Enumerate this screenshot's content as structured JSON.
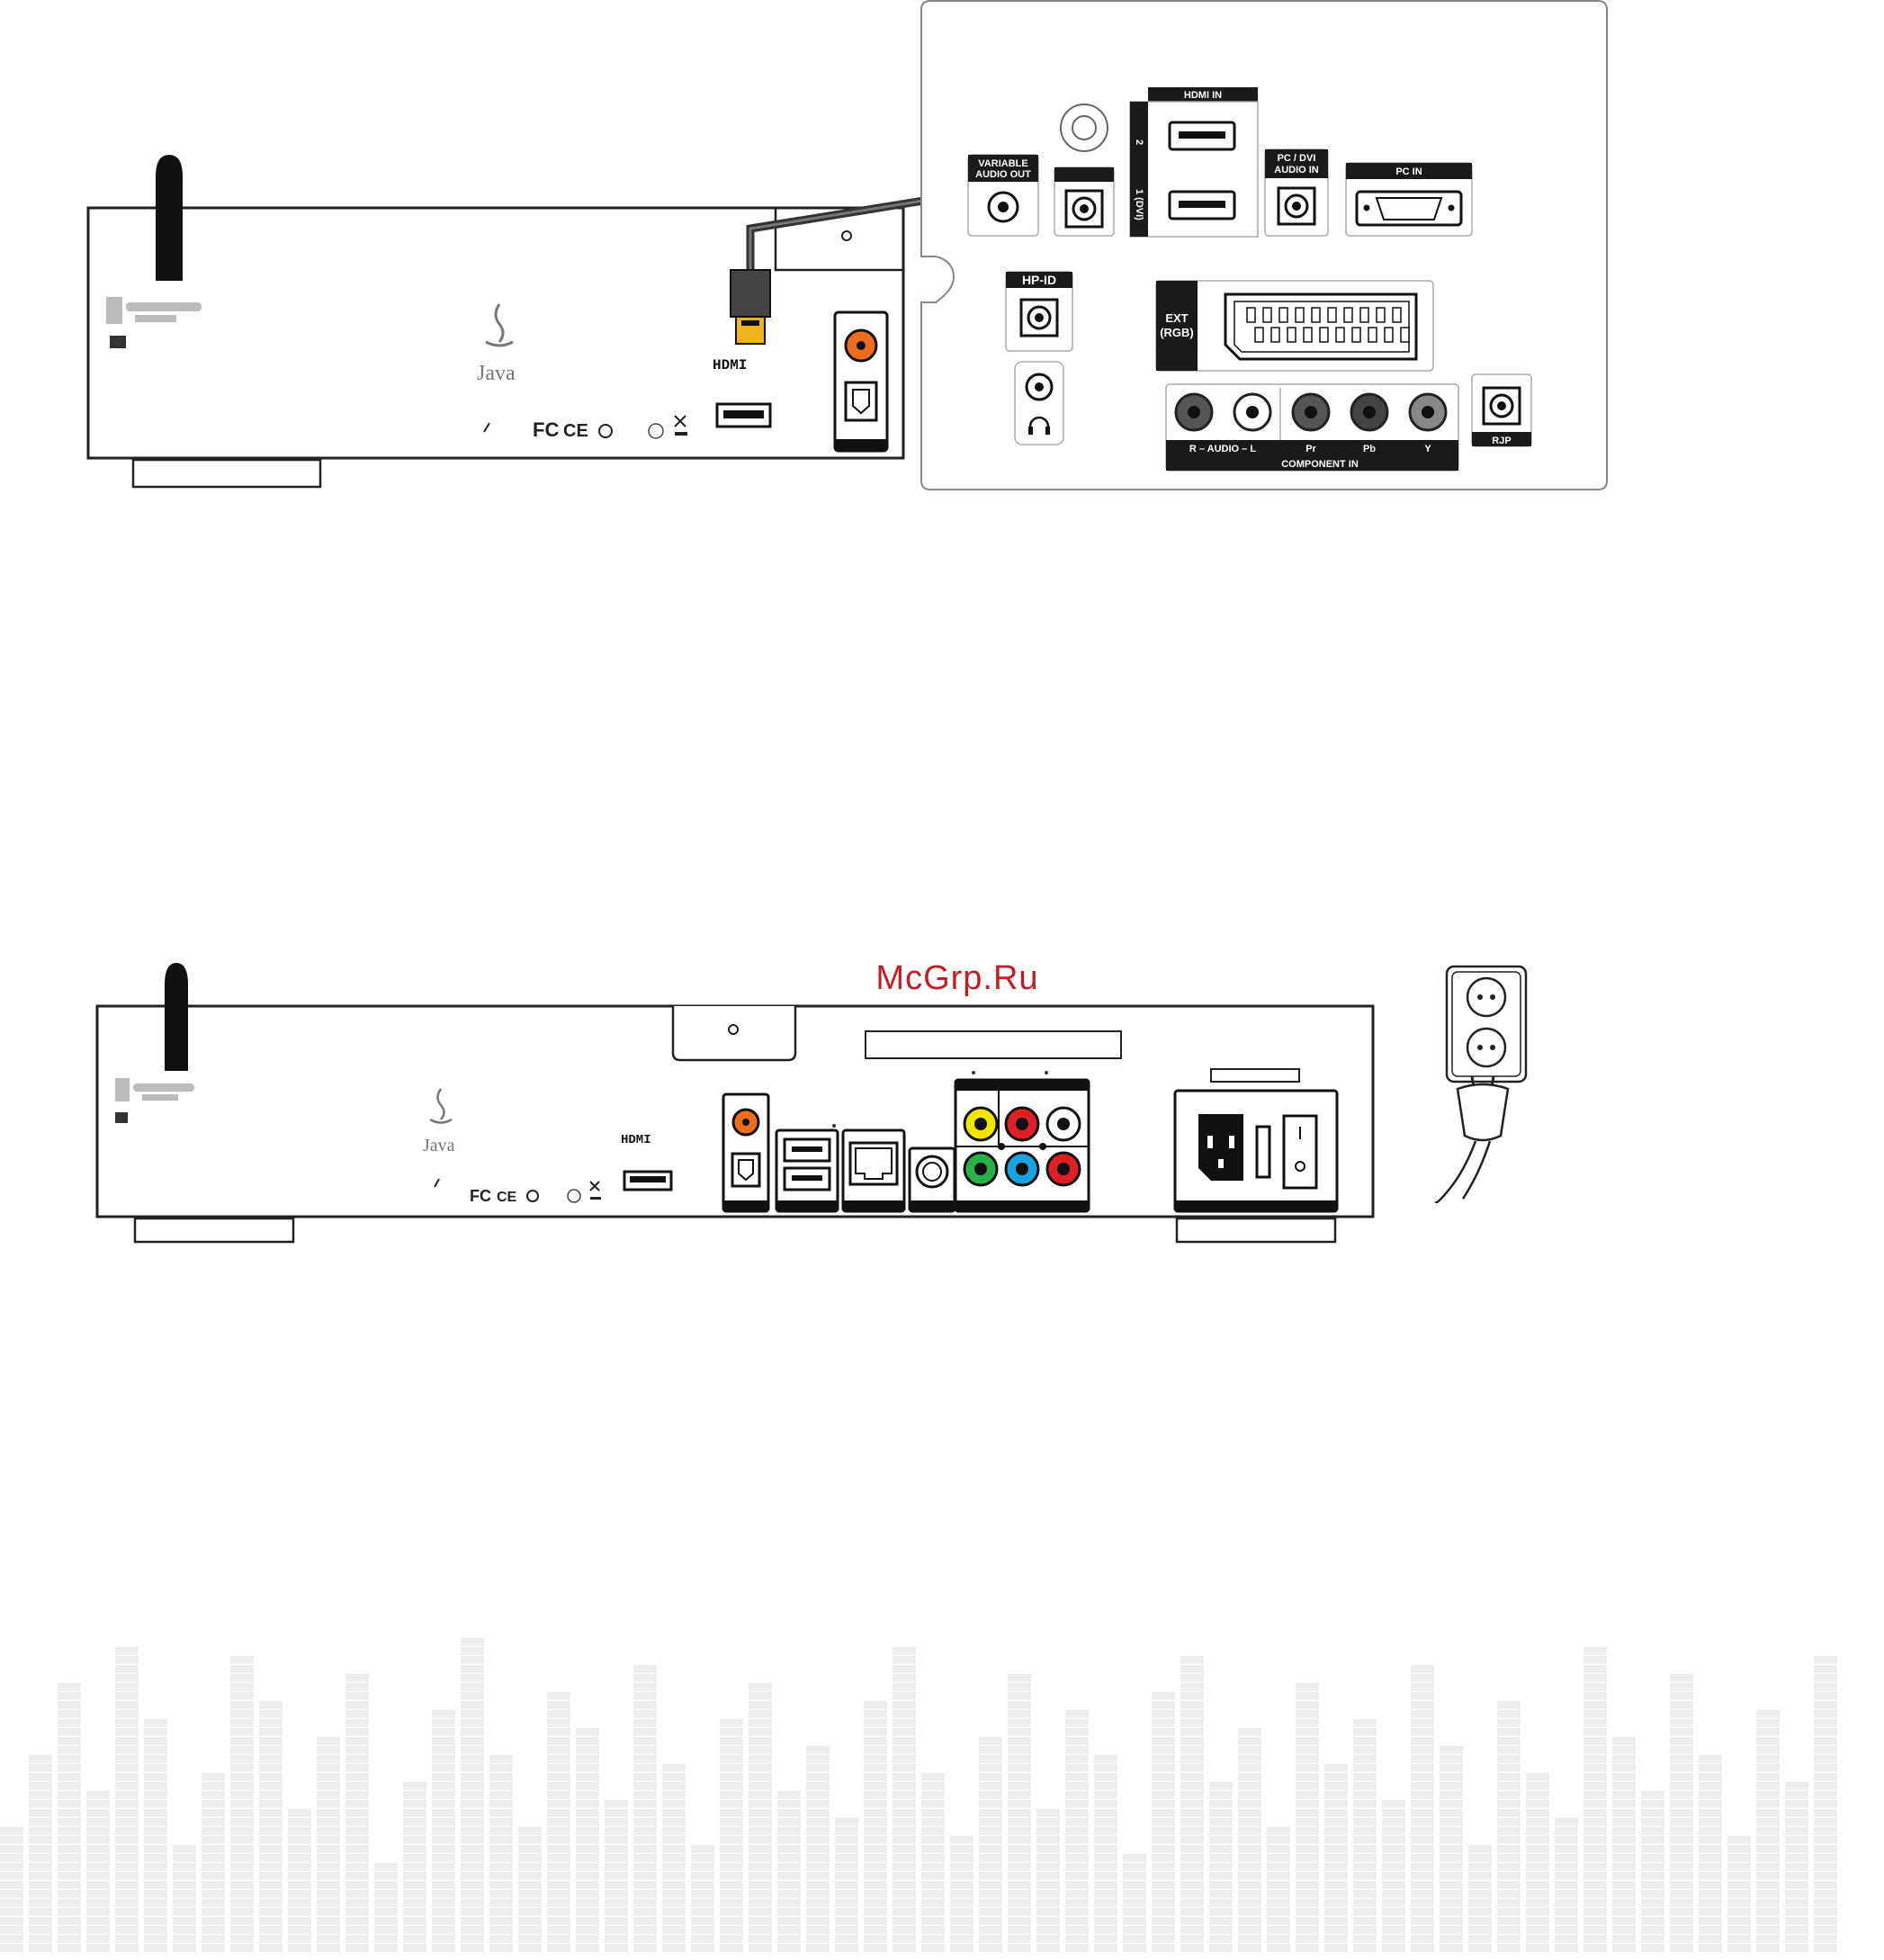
{
  "watermark": "McGrp.Ru",
  "tv_panel": {
    "hdmi_in_label": "HDMI IN",
    "hdmi_port_2": "2",
    "hdmi_port_1": "1 (DVI)",
    "variable_audio_out_line1": "VARIABLE",
    "variable_audio_out_line2": "AUDIO OUT",
    "pc_dvi_audio_in_line1": "PC / DVI",
    "pc_dvi_audio_in_line2": "AUDIO IN",
    "pc_in_label": "PC IN",
    "hp_id_label": "HP-ID",
    "ext_rgb_line1": "EXT",
    "ext_rgb_line2": "(RGB)",
    "audio_label": "R – AUDIO – L",
    "pr_label": "Pr",
    "pb_label": "Pb",
    "y_label": "Y",
    "component_in_label": "COMPONENT IN",
    "rjp_label": "RJP"
  },
  "player": {
    "java_label": "Java",
    "hdmi_logo": "HDMI",
    "cert_fc": "FC",
    "cert_ce": "CE"
  },
  "colors": {
    "optical_orange": "#ef6c1f",
    "video_yellow": "#f4e400",
    "audio_red": "#e01e26",
    "comp_green": "#2bb14a",
    "comp_blue": "#1aa3de",
    "panel_black": "#1a1a1a",
    "watermark_red": "#c21e25"
  }
}
